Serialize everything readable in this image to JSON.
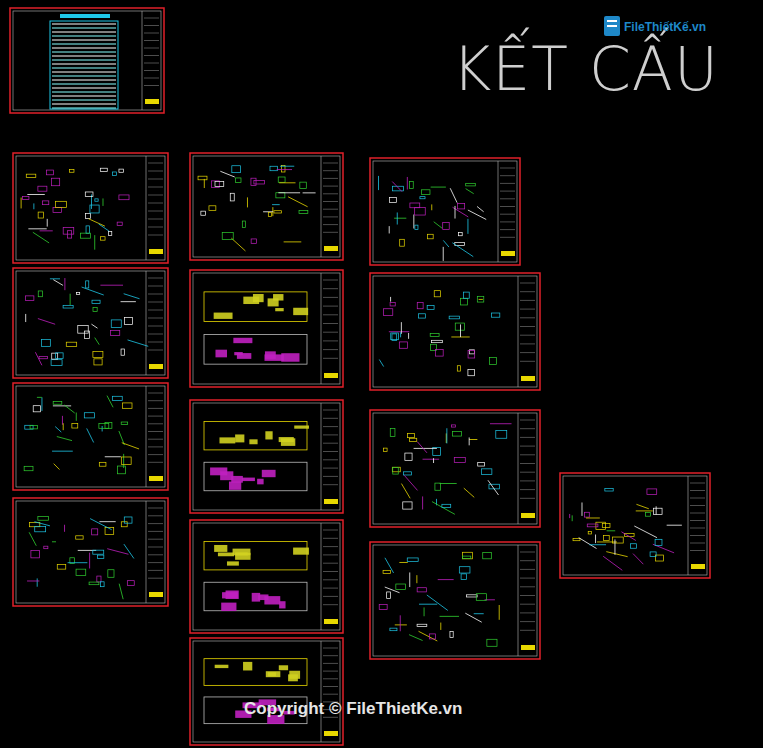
{
  "diagram": {
    "title": "KẾT CẤU",
    "labels": [
      "FileThiếtKế.vn",
      "Copyright © FileThietKe.vn"
    ]
  }
}
